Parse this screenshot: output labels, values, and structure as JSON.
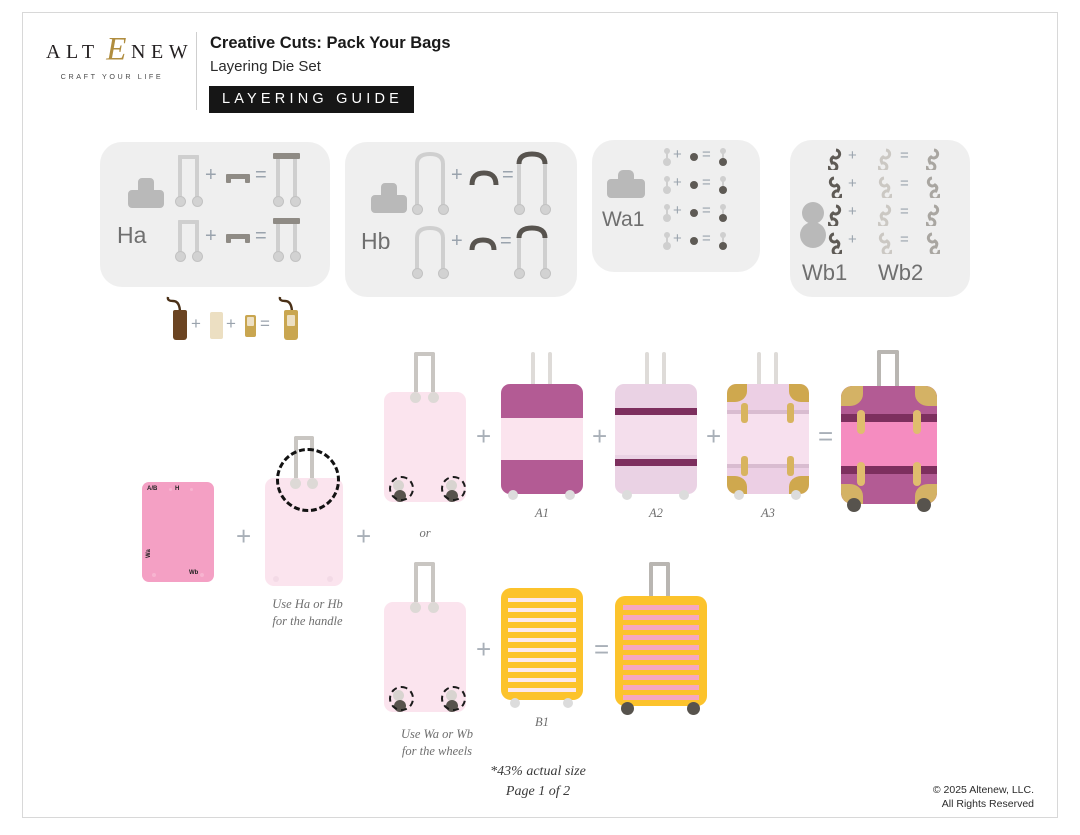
{
  "brand": {
    "name": "ALTENEW",
    "name_left": "ALT",
    "name_right": "NEW",
    "ampersand": "E",
    "tagline": "CRAFT YOUR LIFE"
  },
  "header": {
    "title": "Creative Cuts: Pack Your Bags",
    "subtitle": "Layering Die Set",
    "badge": "LAYERING GUIDE"
  },
  "panels": [
    {
      "id": "ha",
      "label": "Ha"
    },
    {
      "id": "hb",
      "label": "Hb"
    },
    {
      "id": "wa1",
      "label": "Wa1"
    },
    {
      "id": "wb",
      "label1": "Wb1",
      "label2": "Wb2"
    }
  ],
  "symbols": {
    "plus": "+",
    "equals": "=",
    "or": "or"
  },
  "card": {
    "labels": {
      "ab": "A/B",
      "h": "H",
      "wa": "Wa",
      "wb": "Wb"
    }
  },
  "captions": {
    "handle": "Use Ha or Hb\nfor the handle",
    "handle_line1": "Use Ha or Hb",
    "handle_line2": "for the handle",
    "wheels_line1": "Use Wa or Wb",
    "wheels_line2": "for the wheels",
    "or": "or"
  },
  "layers": {
    "a1": "A1",
    "a2": "A2",
    "a3": "A3",
    "b1": "B1"
  },
  "footer": {
    "scale": "*43% actual size",
    "page": "Page 1 of 2",
    "copyright_line1": "© 2025 Altenew, LLC.",
    "copyright_line2": "All Rights Reserved"
  },
  "colors": {
    "panel_bg": "#efefef",
    "die_grey": "#b9b9b9",
    "pink_card": "#f4a0c4",
    "pink_pale": "#fbe4ee",
    "plum": "#b35b94",
    "plum_dark": "#7d2f5e",
    "pink_mid": "#f58cc0",
    "gold": "#cfa84e",
    "yellow": "#fcc32c",
    "brown": "#6b4422",
    "tan": "#e8d9bb",
    "accent_gold": "#b08d3f",
    "badge_bg": "#161616"
  }
}
